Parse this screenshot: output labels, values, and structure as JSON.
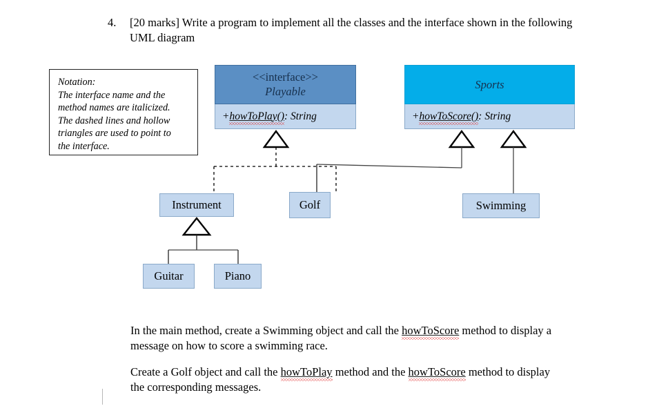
{
  "question": {
    "number": "4.",
    "text": "[20 marks] Write a program to implement all the classes and the interface shown in the following UML diagram"
  },
  "notation": {
    "lines": [
      "Notation:",
      "The interface name and the",
      "method names are italicized.",
      "The dashed lines and hollow",
      "triangles are used to point to",
      "the interface."
    ]
  },
  "diagram": {
    "interface": {
      "stereotype": "<<interface>>",
      "name": "Playable",
      "method_prefix": "+",
      "method_name": "howToPlay()",
      "method_return": ": String",
      "header_color": "#5b8fc4",
      "body_color": "#c3d7ee"
    },
    "sports": {
      "name": "Sports",
      "method_prefix": "+",
      "method_name": "howToScore()",
      "method_return": ": String",
      "header_color": "#04ade9",
      "body_color": "#c3d7ee"
    },
    "classes": [
      {
        "name": "Instrument",
        "fill": "#c3d7ee"
      },
      {
        "name": "Golf",
        "fill": "#c3d7ee"
      },
      {
        "name": "Swimming",
        "fill": "#c3d7ee"
      },
      {
        "name": "Guitar",
        "fill": "#c3d7ee"
      },
      {
        "name": "Piano",
        "fill": "#c3d7ee"
      }
    ],
    "relationships": [
      {
        "type": "realization",
        "from": "Instrument",
        "to": "Playable",
        "line": "dashed",
        "arrow": "hollow-triangle"
      },
      {
        "type": "realization",
        "from": "Golf",
        "to": "Playable",
        "line": "dashed",
        "arrow": "hollow-triangle"
      },
      {
        "type": "generalization",
        "from": "Golf",
        "to": "Sports",
        "line": "solid",
        "arrow": "hollow-triangle"
      },
      {
        "type": "generalization",
        "from": "Swimming",
        "to": "Sports",
        "line": "solid",
        "arrow": "hollow-triangle"
      },
      {
        "type": "generalization",
        "from": "Guitar",
        "to": "Instrument",
        "line": "solid",
        "arrow": "hollow-triangle"
      },
      {
        "type": "generalization",
        "from": "Piano",
        "to": "Instrument",
        "line": "solid",
        "arrow": "hollow-triangle"
      }
    ]
  },
  "body": {
    "para_main_before": "In the main method, create a Swimming object and call the ",
    "para_main_method": "howToScore",
    "para_main_after": " method to display a message on how to score a swimming race.",
    "para_golf_before": "Create a Golf object and call the ",
    "para_golf_method1": "howToPlay",
    "para_golf_middle": " method and the ",
    "para_golf_method2": "howToScore",
    "para_golf_after": " method to display the corresponding messages."
  }
}
